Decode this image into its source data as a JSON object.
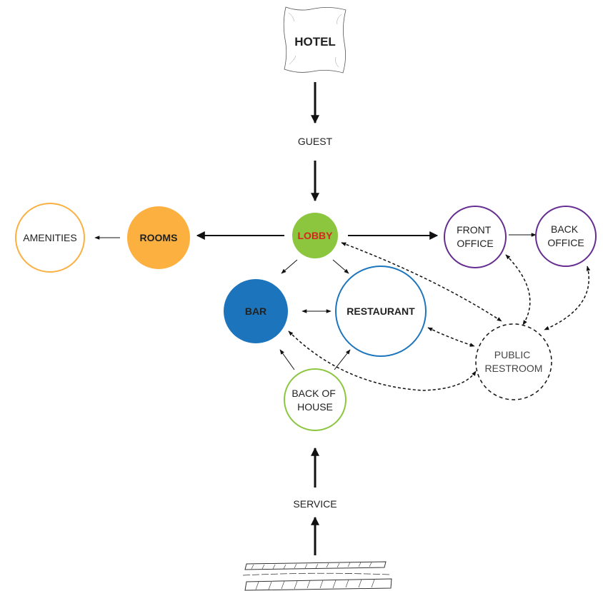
{
  "nodes": {
    "hotel": "HOTEL",
    "guest": "GUEST",
    "lobby": "LOBBY",
    "rooms": "ROOMS",
    "amenities": "AMENITIES",
    "front_office": [
      "FRONT",
      "OFFICE"
    ],
    "back_office": [
      "BACK",
      "OFFICE"
    ],
    "bar": "BAR",
    "restaurant": "RESTAURANT",
    "public_restroom": [
      "PUBLIC",
      "RESTROOM"
    ],
    "back_of_house": [
      "BACK OF",
      "HOUSE"
    ],
    "service": "SERVICE"
  },
  "colors": {
    "lobby_fill": "#8cc63f",
    "lobby_text": "#d7261e",
    "rooms_fill": "#fbb040",
    "amenities_stroke": "#fbb040",
    "office_stroke": "#662d91",
    "bar_fill": "#1c75bc",
    "restaurant_stroke": "#1c75bc",
    "back_of_house_stroke": "#8cc63f",
    "arrow": "#111111"
  },
  "icons": {
    "hotel": "pillow-icon",
    "service": "sidewalk-planks-icon"
  }
}
